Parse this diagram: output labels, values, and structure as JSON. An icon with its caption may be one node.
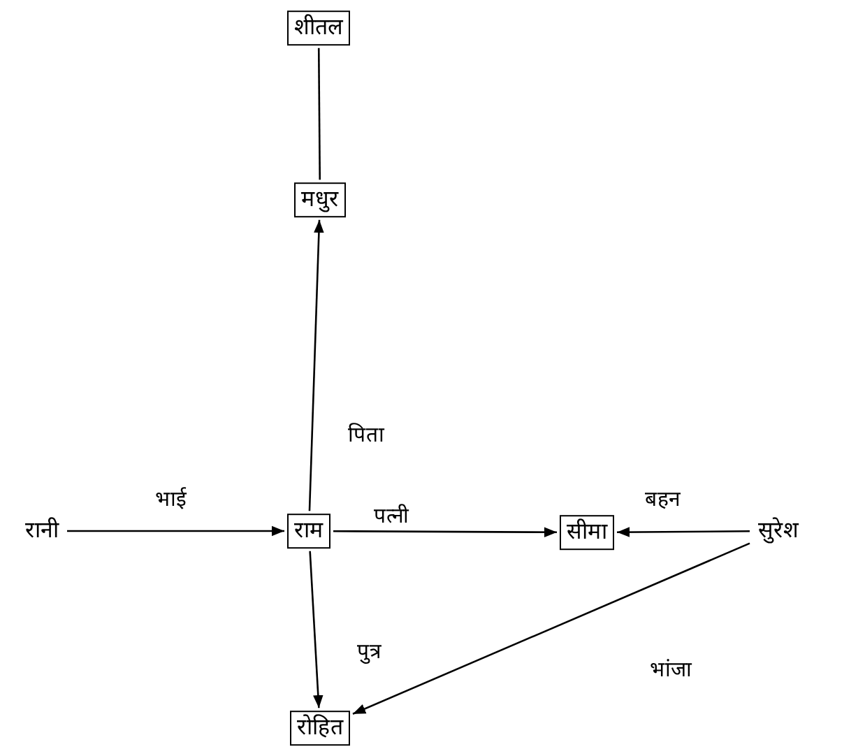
{
  "diagram": {
    "nodes": [
      {
        "text": [
          "शीतल"
        ]
      },
      {
        "text": [
          "मधुर"
        ]
      },
      {
        "text": [
          "रानी"
        ]
      },
      {
        "text": [
          "राम"
        ]
      },
      {
        "text": [
          "सीमा"
        ]
      },
      {
        "text": [
          "सुरेश"
        ]
      },
      {
        "text": [
          "रोहित"
        ]
      }
    ],
    "edges": [
      {
        "from": 1,
        "to": 0,
        "arrow": "none"
      },
      {
        "from": 3,
        "to": 1,
        "arrow": "to",
        "label": "पिता"
      },
      {
        "from": 2,
        "to": 3,
        "arrow": "to",
        "label": "भाई"
      },
      {
        "from": 3,
        "to": 4,
        "arrow": "to",
        "label": "पत्नी"
      },
      {
        "from": 5,
        "to": 4,
        "arrow": "to",
        "label": "बहन"
      },
      {
        "from": 3,
        "to": 6,
        "arrow": "to",
        "label": "पुत्र"
      },
      {
        "from": 5,
        "to": 6,
        "arrow": "to",
        "label": "भांजा"
      }
    ]
  }
}
